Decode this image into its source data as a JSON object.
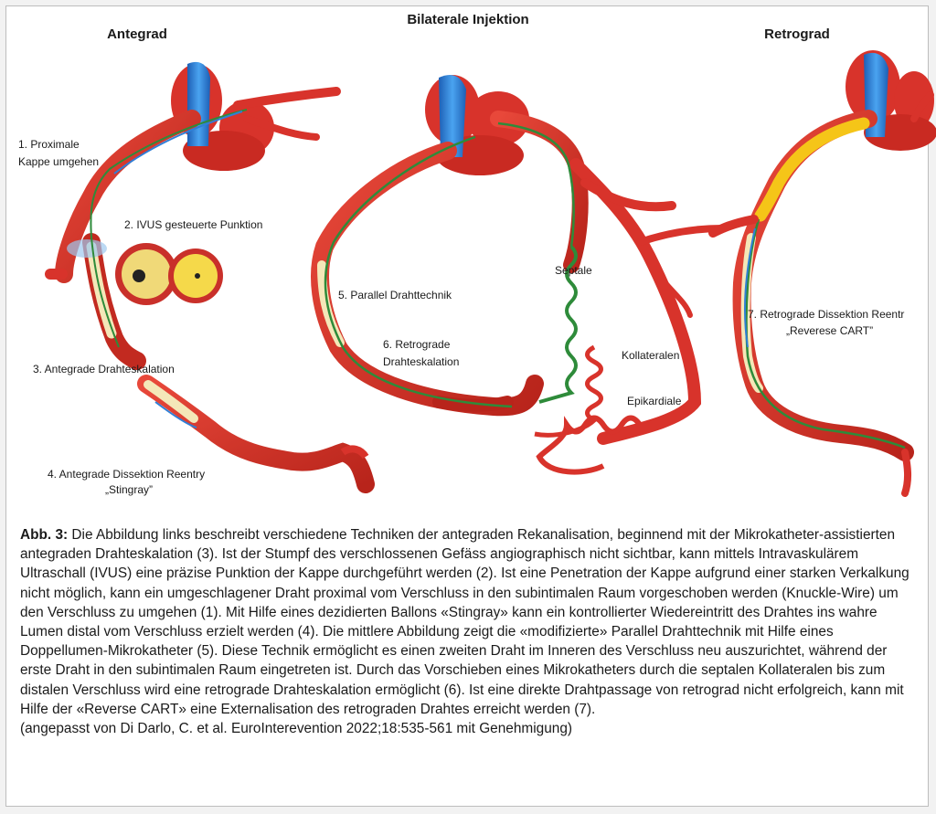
{
  "headings": {
    "antegrad": "Antegrad",
    "bilateral": "Bilaterale Injektion",
    "retrograd": "Retrograd"
  },
  "labels": {
    "step1_line1": "1. Proximale",
    "step1_line2": "Kappe umgehen",
    "step2": "2. IVUS gesteuerte Punktion",
    "step3": "3. Antegrade Drahteskalation",
    "step4_line1": "4. Antegrade Dissektion Reentry",
    "step4_line2": "„Stingray”",
    "step5": "5. Parallel Drahttechnik",
    "step6_line1": "6. Retrograde",
    "step6_line2": "Drahteskalation",
    "septale": "Septale",
    "kollateralen": "Kollateralen",
    "epikardiale": "Epikardiale",
    "step7_line1": "7. Retrograde Dissektion Reentr",
    "step7_line2": "„Reverese CART”"
  },
  "caption": {
    "lead": "Abb. 3:",
    "body": " Die Abbildung links beschreibt verschiedene Techniken der antegraden Rekanalisation, beginnend mit der Mikrokatheter-assistierten antegraden Drahteskalation (3). Ist der Stumpf des verschlossenen Gefäss angiographisch nicht sichtbar, kann mittels Intravaskulärem Ultraschall (IVUS) eine präzise Punktion der Kappe durchgeführt werden (2). Ist eine Penetration der Kappe aufgrund einer starken Verkalkung nicht möglich, kann ein umgeschlagener Draht proximal vom Verschluss in den subintimalen Raum vorgeschoben werden (Knuckle-Wire) um den Verschluss zu umgehen (1). Mit Hilfe eines dezidierten Ballons «Stingray» kann ein kontrollierter Wiedereintritt des Drahtes ins wahre Lumen distal vom Verschluss erzielt werden (4). Die mittlere Abbildung zeigt die «modifizierte» Parallel Drahttechnik mit Hilfe eines Doppellumen-Mikrokatheter (5). Diese Technik ermöglicht es einen zweiten Draht im Inneren des Ver­schluss neu auszurichtet, während der erste Draht in den subintimalen Raum eingetreten ist. Durch das Vorschieben eines Mikrokatheters durch die septalen Kollateralen bis zum distalen Verschluss wird eine retrograde Drahteskalation ermöglicht (6). Ist eine direkte Drahtpassage von retrograd nicht erfolgreich, kann mit Hilfe der «Reverse CART» eine Externalisation des retrograden Drahtes erreicht werden (7).",
    "source": "(angepasst von Di Darlo, C. et al. EuroInterevention 2022;18:535-561 mit Genehmigung)"
  },
  "colors": {
    "artery": "#d9392a",
    "artery_dark": "#a81e16",
    "aorta": "#e0423a",
    "catheter_blue": "#2f7fd6",
    "wire_green": "#2e8b3a",
    "occlusion": "#f4e7b8",
    "retro_catheter": "#f5c518"
  }
}
